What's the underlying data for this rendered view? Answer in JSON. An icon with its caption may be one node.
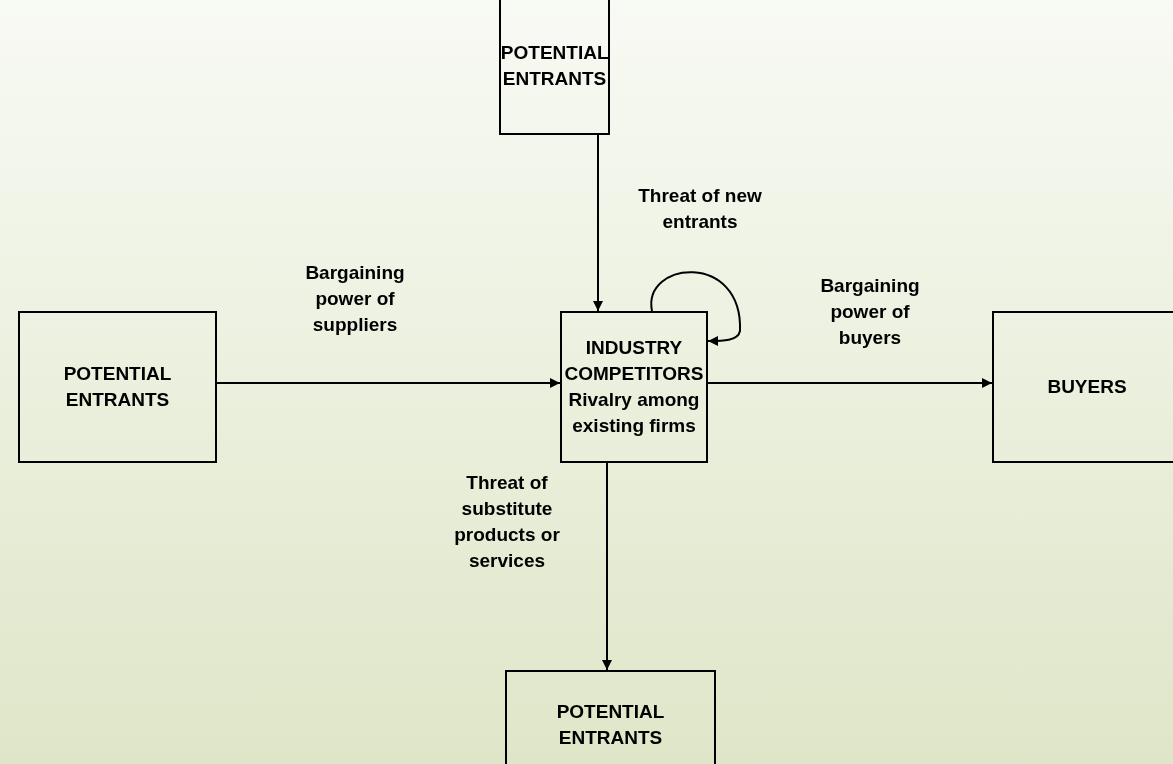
{
  "diagram": {
    "nodes": [
      {
        "text": [
          "POTENTIAL ENTRANTS"
        ]
      },
      {
        "text": [
          "POTENTIAL ENTRANTS"
        ]
      },
      {
        "text": [
          "INDUSTRY COMPETITORS",
          "Rivalry among existing firms"
        ]
      },
      {
        "text": [
          "BUYERS"
        ]
      },
      {
        "text": [
          "POTENTIAL ENTRANTS"
        ]
      }
    ],
    "edges": [
      {
        "from": 0,
        "to": 2,
        "arrow": "to",
        "label": "Threat of new entrants"
      },
      {
        "from": 2,
        "to": 2,
        "arrow": "to"
      },
      {
        "from": 1,
        "to": 2,
        "arrow": "to",
        "label": "Bargaining power of suppliers"
      },
      {
        "from": 2,
        "to": 3,
        "arrow": "to",
        "label": "Bargaining power of buyers"
      },
      {
        "from": 2,
        "to": 4,
        "arrow": "to",
        "label": "Threat of substitute products or services"
      }
    ]
  }
}
